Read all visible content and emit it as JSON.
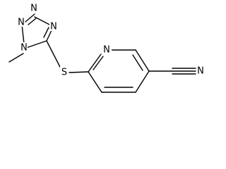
{
  "molecule": {
    "atoms": {
      "n_tetrazole_1": "N",
      "n_tetrazole_2": "N",
      "n_tetrazole_3": "N",
      "n_tetrazole_4": "N",
      "n_pyridine": "N",
      "s_thioether": "S",
      "n_nitrile": "N"
    },
    "colors": {
      "bond": "#000000",
      "label": "#000000",
      "background": "#ffffff"
    }
  }
}
